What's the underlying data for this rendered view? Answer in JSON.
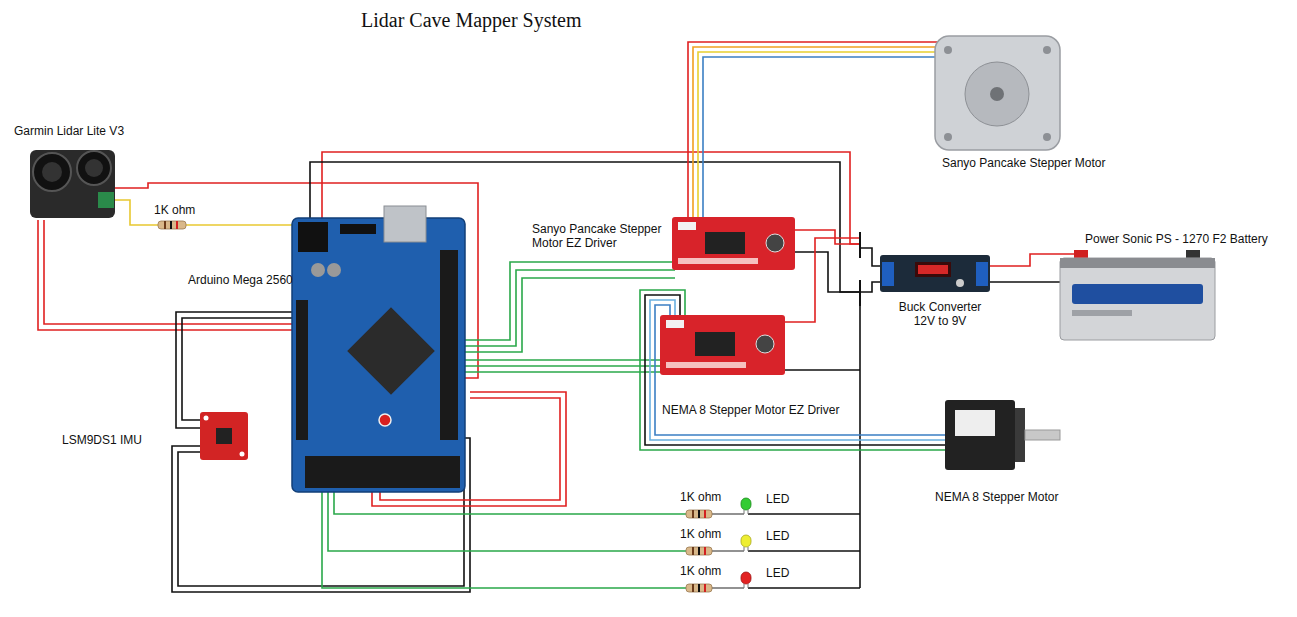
{
  "diagram": {
    "title": "Lidar Cave Mapper System",
    "labels": [
      "Garmin Lidar Lite V3",
      "1K ohm",
      "Sanyo Pancake Stepper Motor",
      "Sanyo Pancake Stepper Motor EZ Driver",
      "Power Sonic PS - 1270 F2 Battery",
      "Arduino Mega 2560",
      "Buck Converter 12V to 9V",
      "NEMA 8 Stepper Motor EZ Driver",
      "LSM9DS1 IMU",
      "1K ohm",
      "LED",
      "1K ohm",
      "LED",
      "1K ohm",
      "LED",
      "NEMA 8 Stepper Motor"
    ]
  }
}
